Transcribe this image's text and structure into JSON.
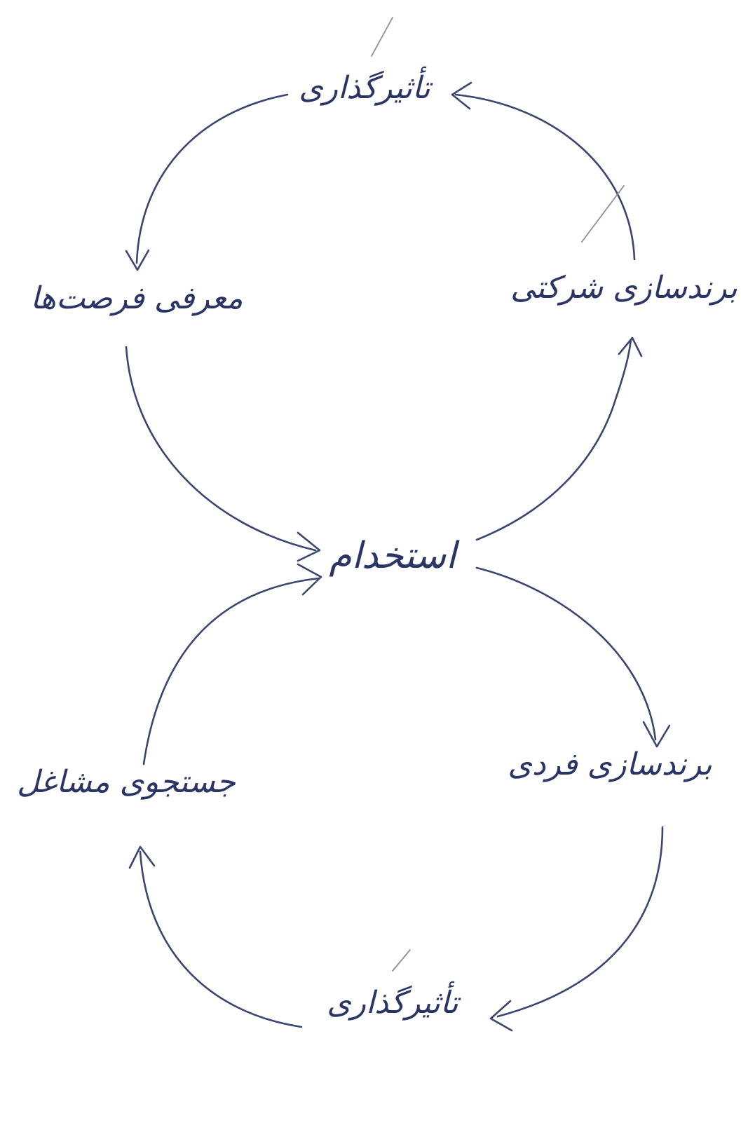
{
  "diagram": {
    "type": "figure-eight-cycle",
    "direction": "rtl",
    "nodes": {
      "center": "استخدام",
      "top": "تأثیرگذاری",
      "top_right": "برندسازی شرکتی",
      "top_left": "معرفی فرصت‌ها",
      "bottom_right": "برندسازی فردی",
      "bottom": "تأثیرگذاری",
      "bottom_left": "جستجوی مشاغل"
    },
    "edges": [
      {
        "from": "center",
        "to": "top_right"
      },
      {
        "from": "top_right",
        "to": "top"
      },
      {
        "from": "top",
        "to": "top_left"
      },
      {
        "from": "top_left",
        "to": "center"
      },
      {
        "from": "center",
        "to": "bottom_right"
      },
      {
        "from": "bottom_right",
        "to": "bottom"
      },
      {
        "from": "bottom",
        "to": "bottom_left"
      },
      {
        "from": "bottom_left",
        "to": "center"
      }
    ],
    "colors": {
      "ink": "#2a3566",
      "stroke": "#3a4670",
      "background": "#ffffff"
    }
  }
}
